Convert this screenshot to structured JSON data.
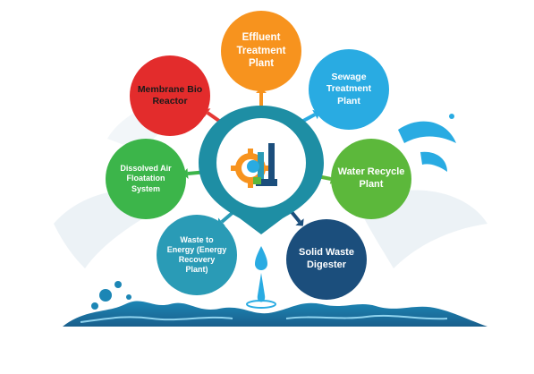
{
  "colors": {
    "water_dark": "#1a5f8c",
    "water_mid": "#1c86b5",
    "water_light": "#8fd3ee",
    "pin": "#1e8ea4",
    "arrow": "#e53935"
  },
  "center": {
    "icon": "factory-gear-icon"
  },
  "nodes": [
    {
      "id": "effluent",
      "label": "Effluent\nTreatment\nPlant",
      "color": "#f7931e",
      "text_color": "#ffffff"
    },
    {
      "id": "sewage",
      "label": "Sewage\nTreatment\nPlant",
      "color": "#29abe2",
      "text_color": "#ffffff"
    },
    {
      "id": "water-recycle",
      "label": "Water Recycle\nPlant",
      "color": "#5cb83b",
      "text_color": "#ffffff"
    },
    {
      "id": "solid-waste",
      "label": "Solid Waste\nDigester",
      "color": "#1b4e7c",
      "text_color": "#ffffff"
    },
    {
      "id": "waste-energy",
      "label": "Waste to\nEnergy (Energy\nRecovery\nPlant)",
      "color": "#2a9bb6",
      "text_color": "#ffffff"
    },
    {
      "id": "dissolved-air",
      "label": "Dissolved Air\nFloatation\nSystem",
      "color": "#3cb54a",
      "text_color": "#ffffff"
    },
    {
      "id": "membrane",
      "label": "Membrane Bio\nReactor",
      "color": "#e32c2c",
      "text_color": "#1a1a1a"
    }
  ]
}
